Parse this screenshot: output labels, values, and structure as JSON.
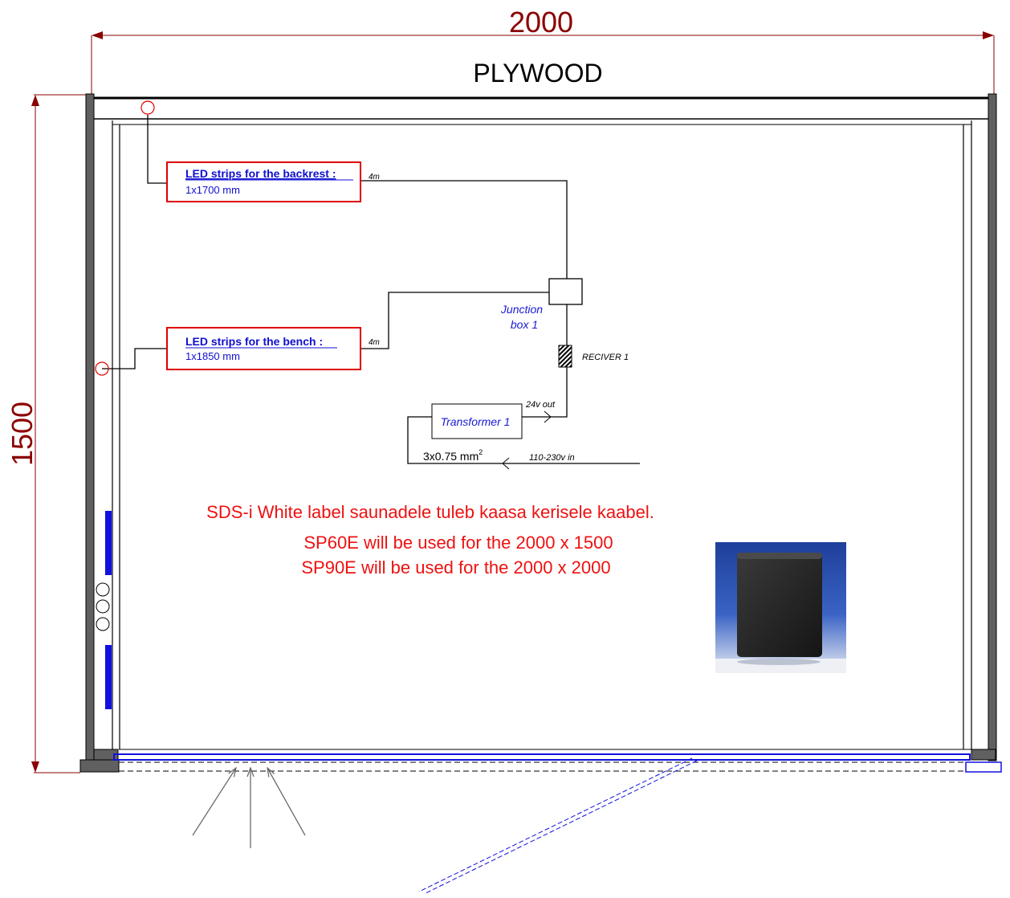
{
  "dimensions": {
    "width_label": "2000",
    "height_label": "1500",
    "top_material": "PLYWOOD"
  },
  "led_backrest": {
    "title": "LED strips for the backrest :",
    "spec": "1x1700 mm",
    "cable_length": "4m"
  },
  "led_bench": {
    "title": "LED strips for the bench :",
    "spec": "1x1850 mm",
    "cable_length": "4m"
  },
  "junction_box": {
    "line1": "Junction",
    "line2": "box 1"
  },
  "receiver": {
    "label": "RECIVER 1"
  },
  "transformer": {
    "label": "Transformer 1",
    "out_label": "24v out",
    "in_label": "110-230v in",
    "cable_main": "3x0.75 mm",
    "cable_sup": "2"
  },
  "notes": {
    "line1": "SDS-i  White label saunadele tuleb kaasa kerisele kaabel.",
    "line2": "SP60E will be used for the 2000 x 1500",
    "line3": "SP90E will be used for the 2000 x 2000"
  },
  "colors": {
    "dimension": "#8b0000",
    "led_box": "#e00000",
    "led_text": "#1010d0",
    "label_blue": "#1a1ad6",
    "note_red": "#ee1111",
    "wall": "#606060",
    "light_strip": "#1010e0"
  },
  "icons": {
    "heater_photo": "sauna-heater-image",
    "receiver": "hatched-receiver-icon",
    "arrows": "arrow-icon"
  }
}
